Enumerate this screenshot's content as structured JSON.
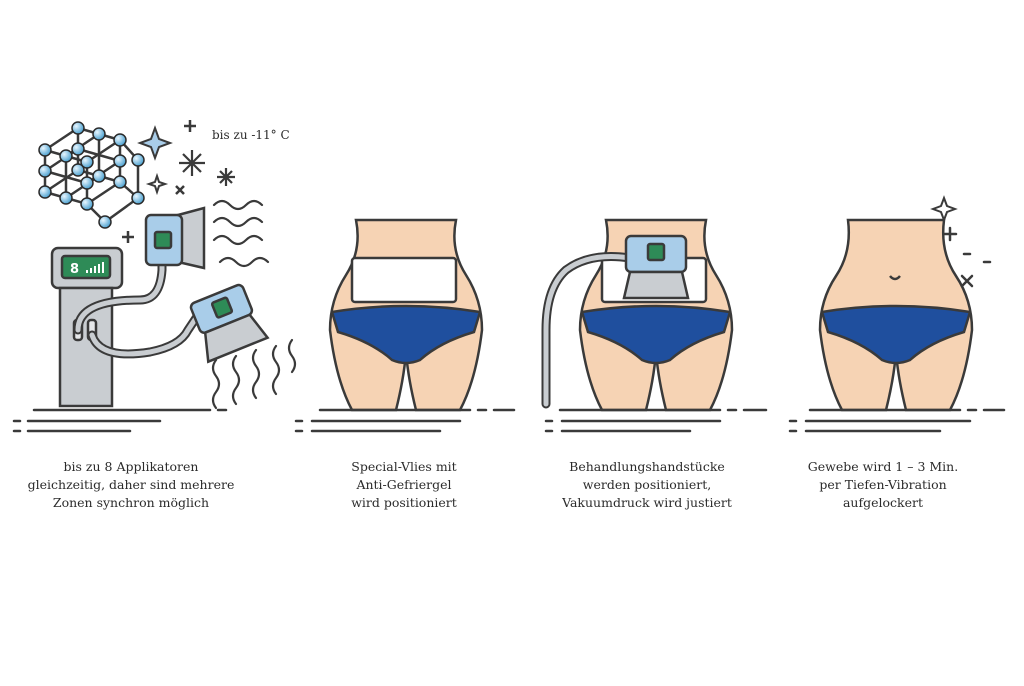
{
  "labels": {
    "temperature": "bis zu -11° C",
    "device_screen_number": "8"
  },
  "steps": [
    {
      "lines": [
        "bis zu 8 Applikatoren",
        "gleichzeitig, daher sind mehrere",
        "Zonen synchron möglich"
      ]
    },
    {
      "lines": [
        "Special-Vlies mit",
        "Anti-Gefriergel",
        "wird positioniert"
      ]
    },
    {
      "lines": [
        "Behandlungshandstücke",
        "werden positioniert,",
        "Vakuumdruck wird justiert"
      ]
    },
    {
      "lines": [
        "Gewebe wird 1 – 3 Min.",
        "per Tiefen-Vibration",
        "aufgelockert"
      ]
    }
  ],
  "colors": {
    "outline": "#3a3a3a",
    "skin": "#f6d3b4",
    "briefs": "#1f4f9e",
    "applicator_blue": "#a9cde9",
    "device_gray": "#c9cdd1",
    "screen_green": "#2e8b57",
    "crystal": "#8fc7e6"
  },
  "icons": [
    "crystal-lattice-icon",
    "sparkle-icon",
    "snowflake-icon",
    "wave-icon",
    "cryo-device-icon",
    "applicator-icon",
    "torso-icon"
  ]
}
